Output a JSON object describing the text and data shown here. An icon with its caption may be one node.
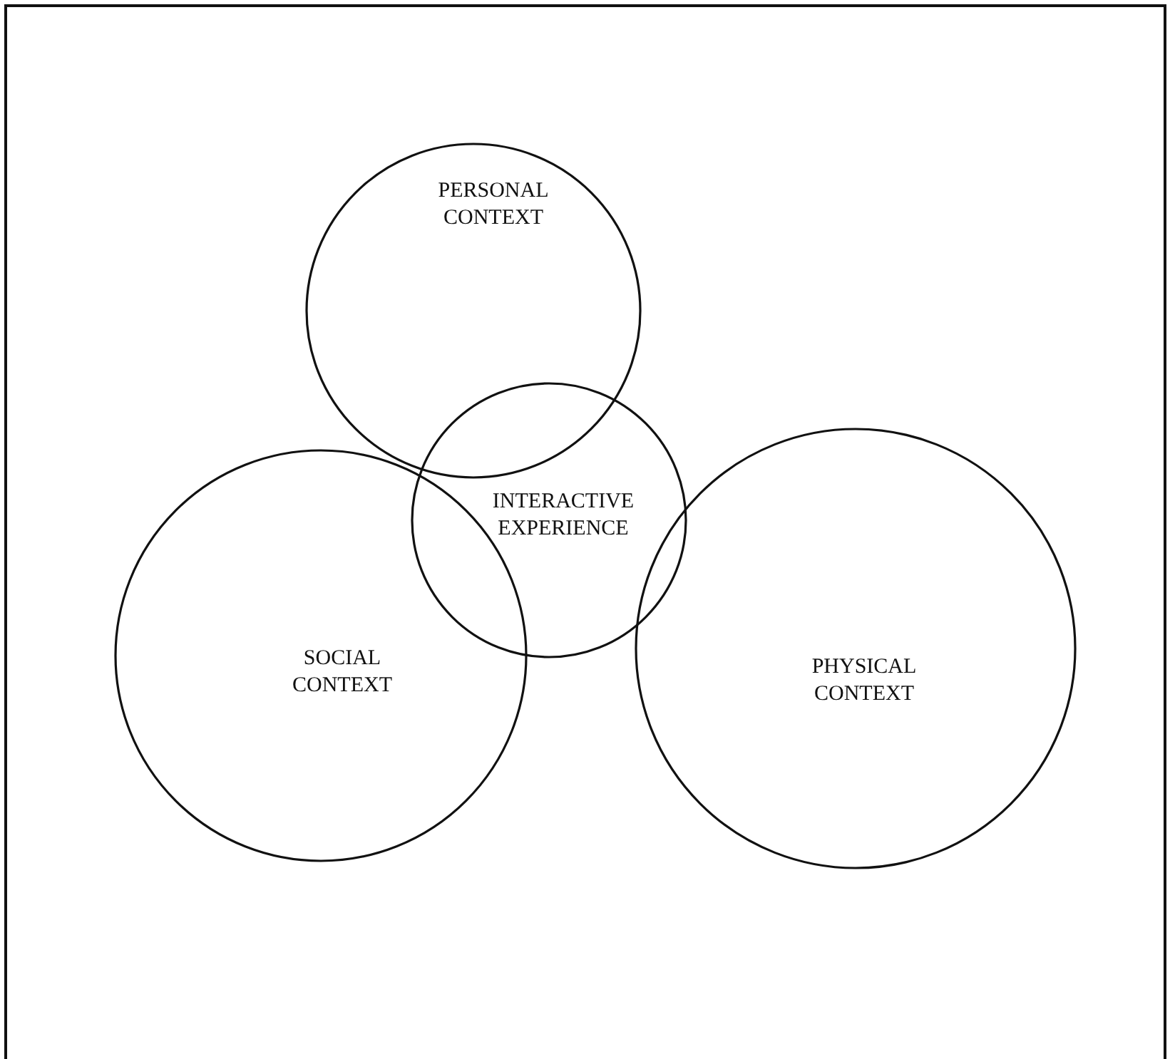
{
  "diagram": {
    "nodes": [
      {
        "text": [
          "PERSONAL CONTEXT"
        ]
      },
      {
        "text": [
          "SOCIAL CONTEXT"
        ]
      },
      {
        "text": [
          "PHYSICAL CONTEXT"
        ]
      },
      {
        "text": [
          "INTERACTIVE EXPERIENCE"
        ]
      }
    ]
  }
}
